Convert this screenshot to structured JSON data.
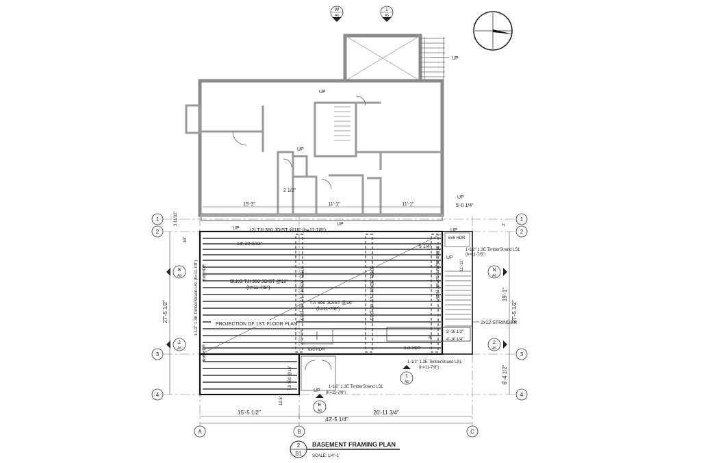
{
  "title": "BASEMENT FRAMING PLAN",
  "scale": "SCALE: 1/4\"-1'",
  "drawing_tag": {
    "number": "2",
    "sheet": "S1"
  },
  "grid_rows": [
    "1",
    "2",
    "3",
    "4"
  ],
  "grid_cols": [
    "A",
    "B",
    "C"
  ],
  "section_marks": {
    "top_w": {
      "letter": "W",
      "sheet": "A6"
    },
    "top_1": {
      "letter": "1",
      "sheet": "A5"
    },
    "left_s": {
      "letter": "S",
      "sheet": "A6"
    },
    "left_2": {
      "letter": "2",
      "sheet": "A5"
    },
    "right_n": {
      "letter": "N",
      "sheet": "A6"
    },
    "right_2": {
      "letter": "2",
      "sheet": "A5"
    },
    "mid_1": {
      "letter": "1",
      "sheet": "A5"
    },
    "bot_e": {
      "letter": "E",
      "sheet": "A6"
    }
  },
  "upper_dims": {
    "d1": "15'-3\"",
    "d2": "11'-1\"",
    "d3": "11'-1\"",
    "d4": "5'-0 1/4\"",
    "d5": "2 1/2\"",
    "d6": "3 11/32\""
  },
  "labels": {
    "up": "UP",
    "tji_top": "(2) TJI 360 JOIST @16\" (h=11-7/8\")",
    "dim_14": "14'-10 3/32\"",
    "dim_5": "5 1/4\"",
    "hdr_tr": "6x6 HDR",
    "lsl_tr": "1-1/2\" 1.3E TimberStrand LSL",
    "lsl_tr_h": "(h=11-7/8\")",
    "hdr_left": "6x6 HDR",
    "lsl_left": "1-1/2\" 1.3E TimberStrand LSL (h=11-7/8\")",
    "blkg": "BLKG TJI 360 JOIST @16\"",
    "blkg_h": "(h=11-7/8\")",
    "tji_mid": "TJI 360 JOIST @16\"",
    "tji_mid_h": "(h=11-7/8\")",
    "steel1": "STEEL BEAM 3 1/2\"x8\" (3.25\")",
    "steel2": "STEEL BEAM 3 1/2\"x8\" (3.25\")",
    "steel3": "STEEL BEAM 3 1/2\"x8\" (3.25\")",
    "projection": "PROJECTION OF 1ST. FLOOR PLAN",
    "stringer": "2x12 STRINGER",
    "d_3_10": "3'-10 1/2\"",
    "d_4_10": "4'-10 1/4\"",
    "d_4": "4'",
    "hdr_mid": "6x6 HDR",
    "hdr_mid2": "6x6 HDR",
    "hdr_lower_left": "6x6 HDR",
    "lsl_br": "1-1/2\" 1.3E TimberStrand LSL",
    "lsl_br_h": "(h=11-7/8\")",
    "lsl_bot": "1-1/2\" 1.3E TimberStrand LSL",
    "lsl_bot_h": "(h=11-7/8\")",
    "small_dim": "12.5\"",
    "dim_2": "2'",
    "dim_11": "11'-11\"",
    "joist_lower": "TJI 360 @16\""
  },
  "side_dims": {
    "left": "27'-5 1/2\"",
    "right_19": "19'-1\"",
    "right_27": "27'-5 1/2\"",
    "right_6": "6'-4 1/2\"",
    "left_small": "16\""
  },
  "bottom_dims": {
    "ab": "15'-5 1/2\"",
    "bc": "26'-11 3/4\"",
    "total": "42'-5 1/4\""
  }
}
